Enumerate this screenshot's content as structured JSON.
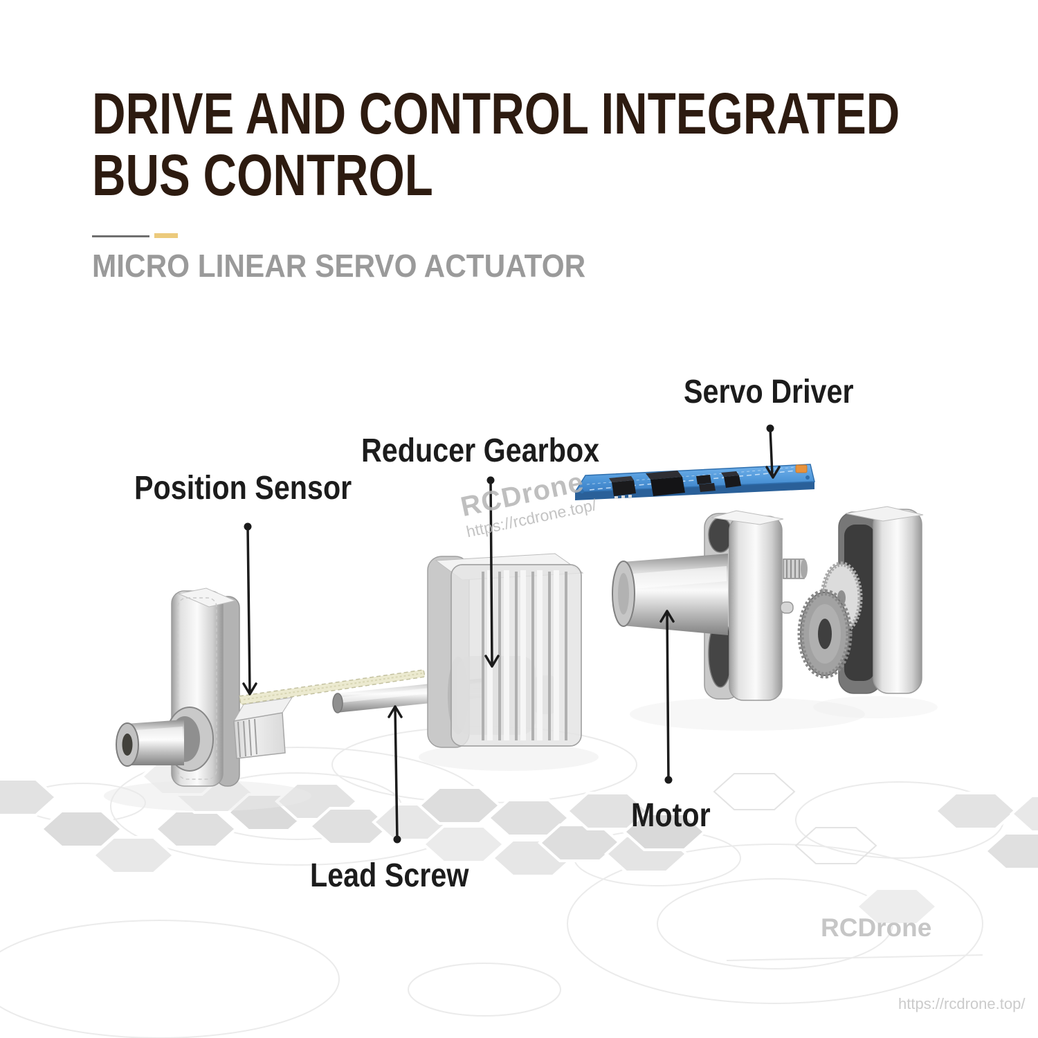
{
  "header": {
    "title_line1": "DRIVE AND CONTROL INTEGRATED",
    "title_line2": "BUS CONTROL",
    "subtitle": "MICRO LINEAR SERVO ACTUATOR"
  },
  "labels": {
    "servo_driver": "Servo Driver",
    "reducer_gearbox": "Reducer Gearbox",
    "position_sensor": "Position Sensor",
    "motor": "Motor",
    "lead_screw": "Lead Screw"
  },
  "watermarks": {
    "center_name": "RCDrone",
    "center_url": "https://rcdrone.top/",
    "corner_name": "RCDrone",
    "corner_url": "https://rcdrone.top/"
  },
  "colors": {
    "title": "#2d1b10",
    "subtitle": "#9a9a9a",
    "accent_gold": "#ecca7c",
    "divider_gray": "#6f6f6f",
    "label": "#1c1c1c",
    "pcb_blue": "#4f97d9",
    "leader_line": "#1b1b1b"
  }
}
